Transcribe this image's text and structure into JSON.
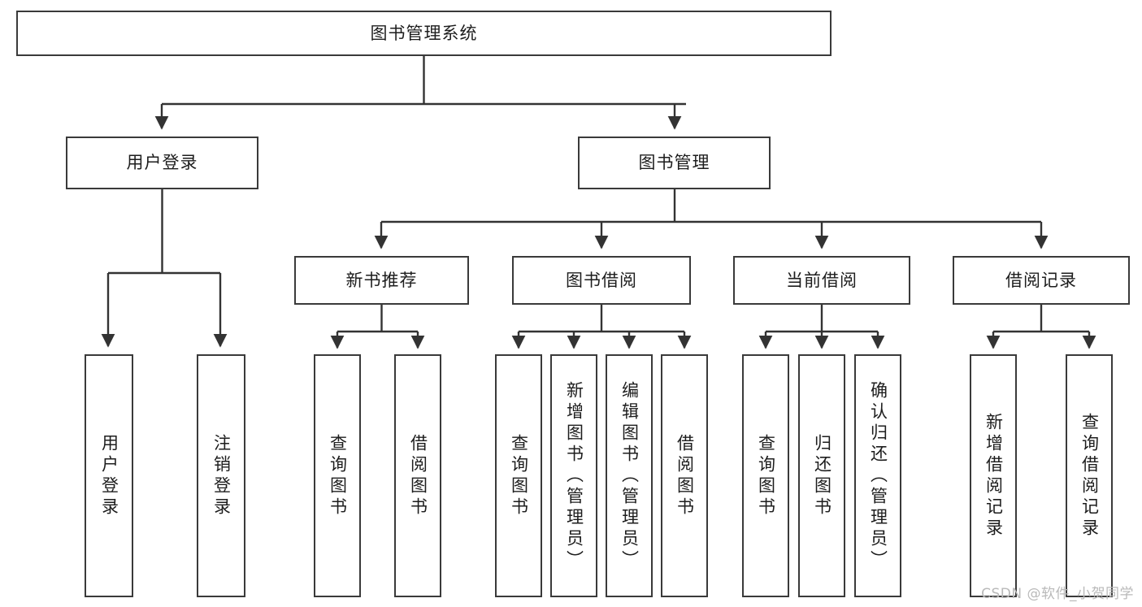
{
  "diagram": {
    "title": "图书管理系统",
    "watermark": "CSDN @软件_小贺同学",
    "type": "tree",
    "colors": {
      "box_border": "#3a3a3a",
      "box_fill": "#ffffff",
      "connector": "#333333",
      "text": "#1d1d1d",
      "watermark": "#b9b9b9",
      "background": "#ffffff"
    },
    "root": {
      "label": "图书管理系统"
    },
    "level2": [
      {
        "label": "用户登录"
      },
      {
        "label": "图书管理"
      }
    ],
    "level3": [
      {
        "label": "新书推荐"
      },
      {
        "label": "图书借阅"
      },
      {
        "label": "当前借阅"
      },
      {
        "label": "借阅记录"
      }
    ],
    "leaves": {
      "user_login": [
        {
          "label": "用户登录"
        },
        {
          "label": "注销登录"
        }
      ],
      "new_book_recommend": [
        {
          "label": "查询图书"
        },
        {
          "label": "借阅图书"
        }
      ],
      "book_borrow": [
        {
          "label": "查询图书"
        },
        {
          "label": "新增图书（管理员）"
        },
        {
          "label": "编辑图书（管理员）"
        },
        {
          "label": "借阅图书"
        }
      ],
      "current_borrow": [
        {
          "label": "查询图书"
        },
        {
          "label": "归还图书"
        },
        {
          "label": "确认归还（管理员）"
        }
      ],
      "borrow_record": [
        {
          "label": "新增借阅记录"
        },
        {
          "label": "查询借阅记录"
        }
      ]
    }
  }
}
